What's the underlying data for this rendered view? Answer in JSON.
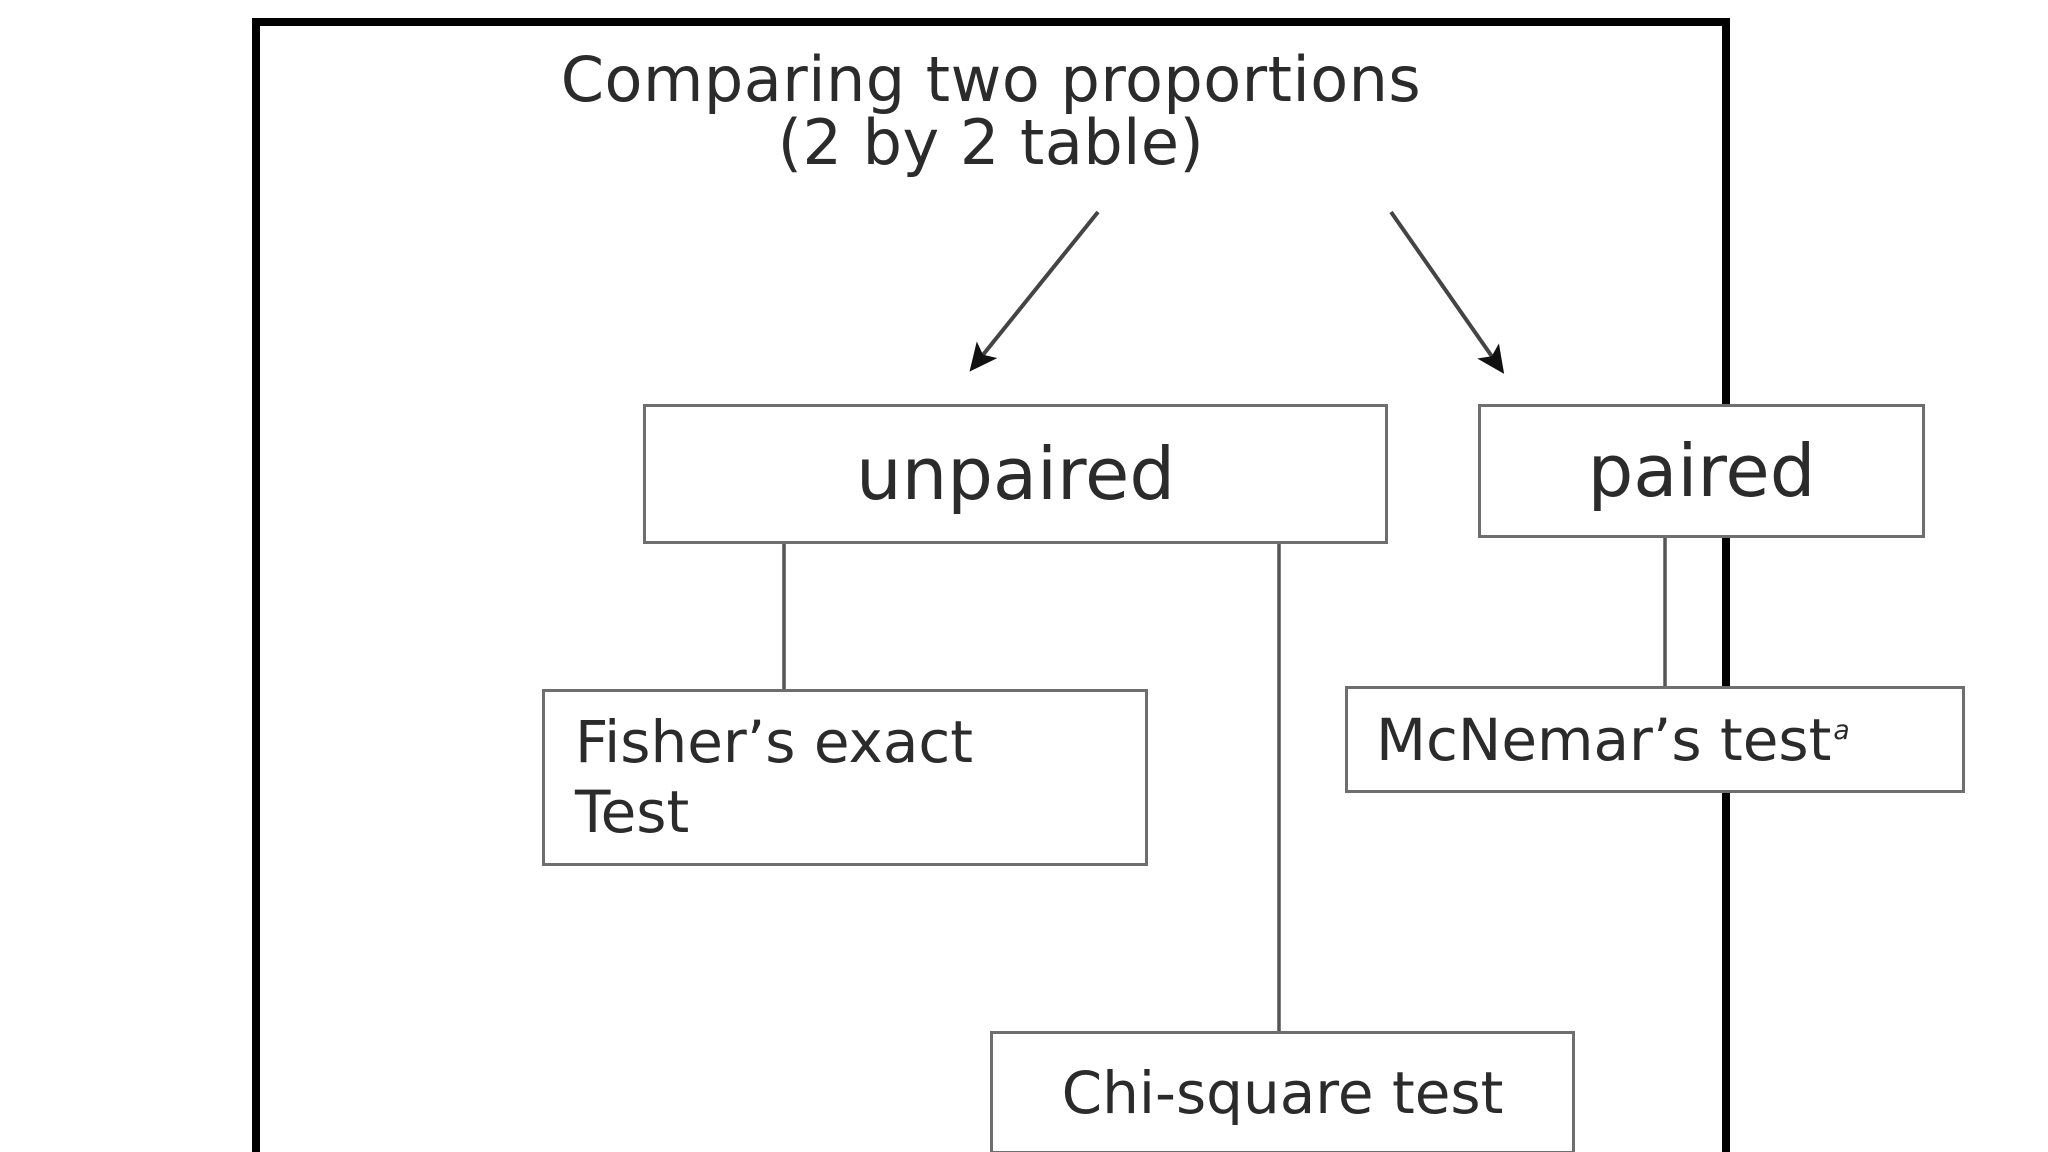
{
  "figure": {
    "kind": "flowchart",
    "title_line_1": "Comparing two proportions",
    "title_line_2": "(2 by 2 table)",
    "frame_color": "#000000",
    "box_border_color": "#6e6e6e",
    "text_color": "#2b2b2b",
    "background_color": "#ffffff"
  },
  "nodes": {
    "root": {
      "id": "root",
      "label": "Comparing two proportions (2 by 2 table)"
    },
    "unpaired": {
      "id": "unpaired",
      "label": "unpaired"
    },
    "paired": {
      "id": "paired",
      "label": "paired"
    },
    "fisher": {
      "id": "fisher",
      "label_line_1": "Fisher’s exact",
      "label_line_2": "Test",
      "label": "Fisher’s exact Test"
    },
    "mcnemar": {
      "id": "mcnemar",
      "label": "McNemar’s test",
      "footnote_marker": "a"
    },
    "chisquare": {
      "id": "chisquare",
      "label": "Chi-square test"
    }
  },
  "edges": [
    {
      "from": "root",
      "to": "unpaired",
      "style": "arrow"
    },
    {
      "from": "root",
      "to": "paired",
      "style": "arrow"
    },
    {
      "from": "unpaired",
      "to": "fisher",
      "style": "line"
    },
    {
      "from": "unpaired",
      "to": "chisquare",
      "style": "line"
    },
    {
      "from": "paired",
      "to": "mcnemar",
      "style": "line"
    }
  ]
}
